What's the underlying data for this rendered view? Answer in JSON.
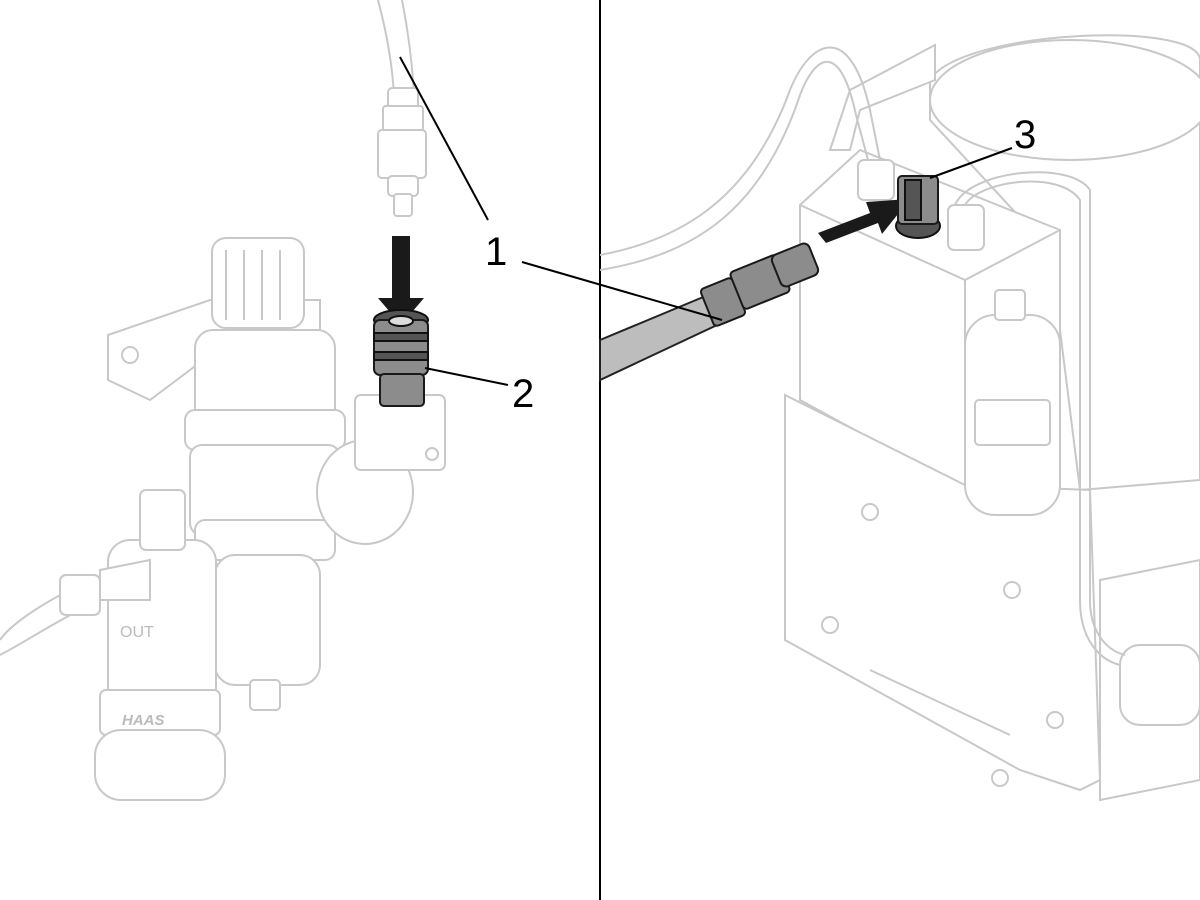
{
  "callouts": {
    "one": "1",
    "two": "2",
    "three": "3"
  },
  "product_markings": {
    "out_label": "OUT",
    "brand_logo": "HAAS"
  },
  "colors": {
    "faded_outline": "#c8c8c8",
    "highlight_part": "#8c8c8c",
    "hose": "#bdbdbd",
    "arrow": "#1a1a1a"
  }
}
